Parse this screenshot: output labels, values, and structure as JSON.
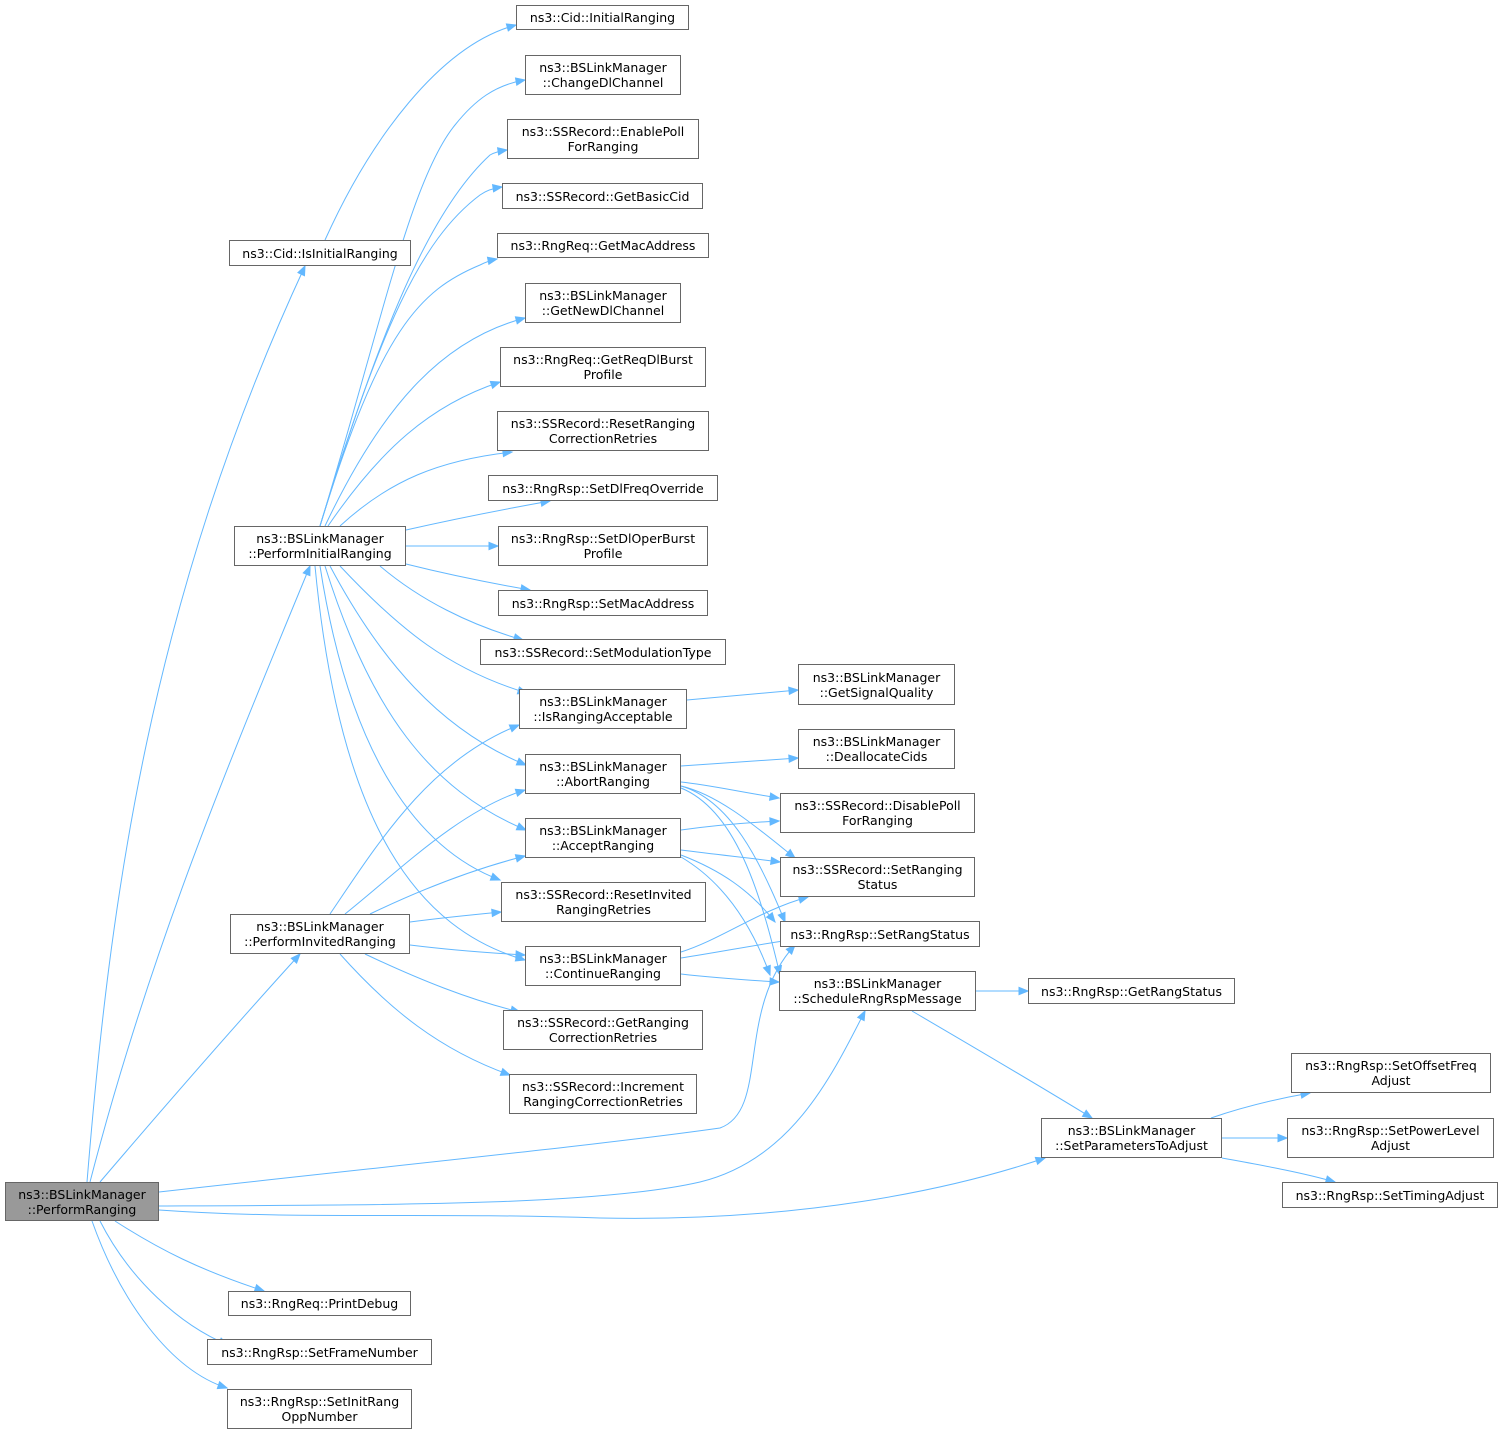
{
  "colors": {
    "edge": "#63b8ff",
    "node_border": "#666666",
    "root_fill": "#999999",
    "node_fill": "#ffffff"
  },
  "nodes": {
    "root": {
      "lines": [
        "ns3::BSLinkManager",
        "::PerformRanging"
      ]
    },
    "cid_initial_ranging": {
      "lines": [
        "ns3::Cid::InitialRanging"
      ]
    },
    "change_dl_channel": {
      "lines": [
        "ns3::BSLinkManager",
        "::ChangeDlChannel"
      ]
    },
    "enable_poll": {
      "lines": [
        "ns3::SSRecord::EnablePoll",
        "ForRanging"
      ]
    },
    "get_basic_cid": {
      "lines": [
        "ns3::SSRecord::GetBasicCid"
      ]
    },
    "get_mac_address": {
      "lines": [
        "ns3::RngReq::GetMacAddress"
      ]
    },
    "is_initial_ranging": {
      "lines": [
        "ns3::Cid::IsInitialRanging"
      ]
    },
    "get_new_dl_channel": {
      "lines": [
        "ns3::BSLinkManager",
        "::GetNewDlChannel"
      ]
    },
    "get_req_dl_burst": {
      "lines": [
        "ns3::RngReq::GetReqDlBurst",
        "Profile"
      ]
    },
    "reset_ranging_corr": {
      "lines": [
        "ns3::SSRecord::ResetRanging",
        "CorrectionRetries"
      ]
    },
    "set_dl_freq_override": {
      "lines": [
        "ns3::RngRsp::SetDlFreqOverride"
      ]
    },
    "perform_initial_ranging": {
      "lines": [
        "ns3::BSLinkManager",
        "::PerformInitialRanging"
      ]
    },
    "set_dl_oper_burst": {
      "lines": [
        "ns3::RngRsp::SetDlOperBurst",
        "Profile"
      ]
    },
    "set_mac_address": {
      "lines": [
        "ns3::RngRsp::SetMacAddress"
      ]
    },
    "set_modulation_type": {
      "lines": [
        "ns3::SSRecord::SetModulationType"
      ]
    },
    "is_ranging_acceptable": {
      "lines": [
        "ns3::BSLinkManager",
        "::IsRangingAcceptable"
      ]
    },
    "get_signal_quality": {
      "lines": [
        "ns3::BSLinkManager",
        "::GetSignalQuality"
      ]
    },
    "abort_ranging": {
      "lines": [
        "ns3::BSLinkManager",
        "::AbortRanging"
      ]
    },
    "deallocate_cids": {
      "lines": [
        "ns3::BSLinkManager",
        "::DeallocateCids"
      ]
    },
    "disable_poll": {
      "lines": [
        "ns3::SSRecord::DisablePoll",
        "ForRanging"
      ]
    },
    "accept_ranging": {
      "lines": [
        "ns3::BSLinkManager",
        "::AcceptRanging"
      ]
    },
    "set_ranging_status": {
      "lines": [
        "ns3::SSRecord::SetRanging",
        "Status"
      ]
    },
    "reset_invited": {
      "lines": [
        "ns3::SSRecord::ResetInvited",
        "RangingRetries"
      ]
    },
    "perform_invited_ranging": {
      "lines": [
        "ns3::BSLinkManager",
        "::PerformInvitedRanging"
      ]
    },
    "set_rang_status": {
      "lines": [
        "ns3::RngRsp::SetRangStatus"
      ]
    },
    "continue_ranging": {
      "lines": [
        "ns3::BSLinkManager",
        "::ContinueRanging"
      ]
    },
    "schedule_rng_rsp": {
      "lines": [
        "ns3::BSLinkManager",
        "::ScheduleRngRspMessage"
      ]
    },
    "get_rang_status": {
      "lines": [
        "ns3::RngRsp::GetRangStatus"
      ]
    },
    "get_ranging_corr": {
      "lines": [
        "ns3::SSRecord::GetRanging",
        "CorrectionRetries"
      ]
    },
    "set_offset_freq": {
      "lines": [
        "ns3::RngRsp::SetOffsetFreq",
        "Adjust"
      ]
    },
    "increment_ranging": {
      "lines": [
        "ns3::SSRecord::Increment",
        "RangingCorrectionRetries"
      ]
    },
    "set_params_to_adjust": {
      "lines": [
        "ns3::BSLinkManager",
        "::SetParametersToAdjust"
      ]
    },
    "set_power_level": {
      "lines": [
        "ns3::RngRsp::SetPowerLevel",
        "Adjust"
      ]
    },
    "set_timing_adjust": {
      "lines": [
        "ns3::RngRsp::SetTimingAdjust"
      ]
    },
    "print_debug": {
      "lines": [
        "ns3::RngReq::PrintDebug"
      ]
    },
    "set_frame_number": {
      "lines": [
        "ns3::RngRsp::SetFrameNumber"
      ]
    },
    "set_init_rang_opp": {
      "lines": [
        "ns3::RngRsp::SetInitRang",
        "OppNumber"
      ]
    }
  }
}
